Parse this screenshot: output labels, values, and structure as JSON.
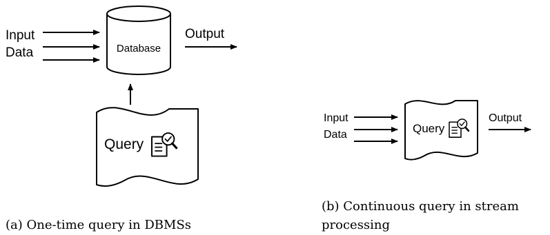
{
  "figure_a": {
    "input_label_1": "Input",
    "input_label_2": "Data",
    "database_label": "Database",
    "output_label": "Output",
    "query_label": "Query",
    "caption": "(a) One-time query in DBMSs"
  },
  "figure_b": {
    "input_label_1": "Input",
    "input_label_2": "Data",
    "query_label": "Query",
    "output_label": "Output",
    "caption_line_1": "(b) Continuous query in stream",
    "caption_line_2": "processing"
  },
  "icons": {
    "query_icon": "document-magnifier-check-icon"
  },
  "colors": {
    "stroke": "#000000",
    "background": "#ffffff"
  }
}
